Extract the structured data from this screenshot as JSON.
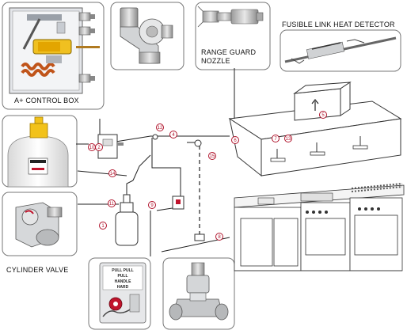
{
  "labels": {
    "control_box": "A+ CONTROL BOX",
    "range_guard_nozzle_line1": "RANGE GUARD",
    "range_guard_nozzle_line2": "NOZZLE",
    "fusible_link": "FUSIBLE LINK HEAT DETECTOR",
    "cylinder_valve": "CYLINDER VALVE"
  },
  "placard": {
    "line1": "PULL PULL",
    "line2": "PULL",
    "line3": "HANDLE",
    "line4": "HARD"
  },
  "callouts": [
    "1",
    "2",
    "4",
    "5",
    "6",
    "7",
    "8",
    "9",
    "10",
    "11",
    "12",
    "13",
    "14",
    "15"
  ],
  "colors": {
    "callout_ring": "#b0142c",
    "line": "#222222",
    "panel_border": "#777777"
  }
}
